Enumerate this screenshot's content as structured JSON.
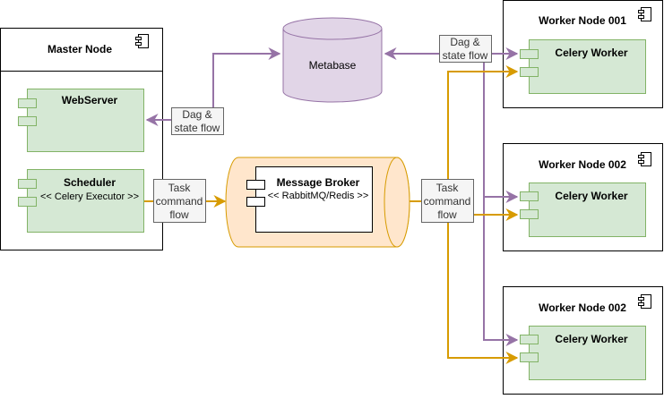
{
  "master": {
    "title": "Master Node",
    "webserver": "WebServer",
    "scheduler": "Scheduler",
    "scheduler_sub": "<< Celery Executor >>"
  },
  "metabase": "Metabase",
  "broker": {
    "title": "Message Broker",
    "sub": "<< RabbitMQ/Redis >>"
  },
  "flows": {
    "dag_left": [
      "Dag &",
      "state flow"
    ],
    "dag_right": [
      "Dag &",
      "state flow"
    ],
    "task_left": [
      "Task",
      "command",
      "flow"
    ],
    "task_right": [
      "Task",
      "command",
      "flow"
    ]
  },
  "workers": [
    {
      "node": "Worker Node 001",
      "label": "Celery Worker"
    },
    {
      "node": "Worker Node 002",
      "label": "Celery Worker"
    },
    {
      "node": "Worker Node 002",
      "label": "Celery Worker"
    }
  ],
  "colors": {
    "component_fill": "#d5e8d4",
    "component_stroke": "#82b366",
    "db_fill": "#e1d5e7",
    "db_stroke": "#9673a6",
    "purple_line": "#9673a6",
    "orange_line": "#d79b00",
    "queue_fill": "#ffe6cc",
    "label_fill": "#f5f5f5"
  }
}
